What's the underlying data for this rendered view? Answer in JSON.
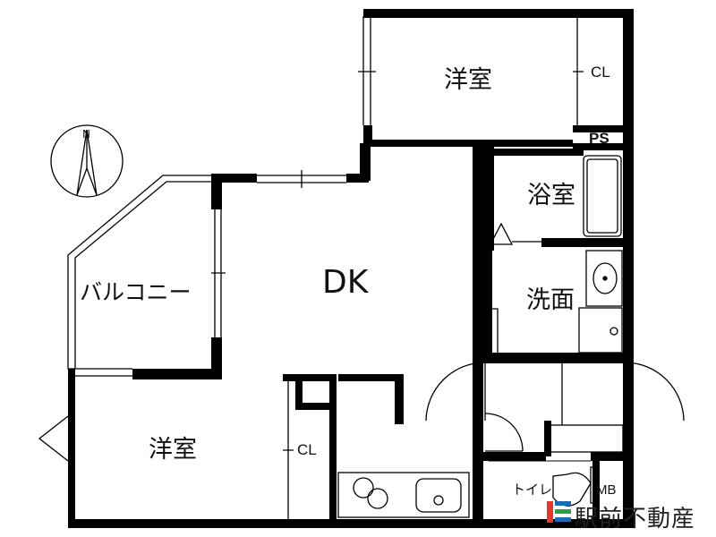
{
  "rooms": {
    "western_top": "洋室",
    "western_bottom": "洋室",
    "dk": "DK",
    "balcony": "バルコニー",
    "bath": "浴室",
    "washroom": "洗面",
    "toilet": "トイレ"
  },
  "fixtures": {
    "closet_top": "CL",
    "closet_bottom": "CL",
    "pipe_space": "PS",
    "meter_box": "MB"
  },
  "compass": {
    "north": "N"
  },
  "logo": {
    "text": "駅前不動産",
    "brand_colors": [
      "#1b6bb5",
      "#2e9e45",
      "#e23b2e"
    ]
  }
}
